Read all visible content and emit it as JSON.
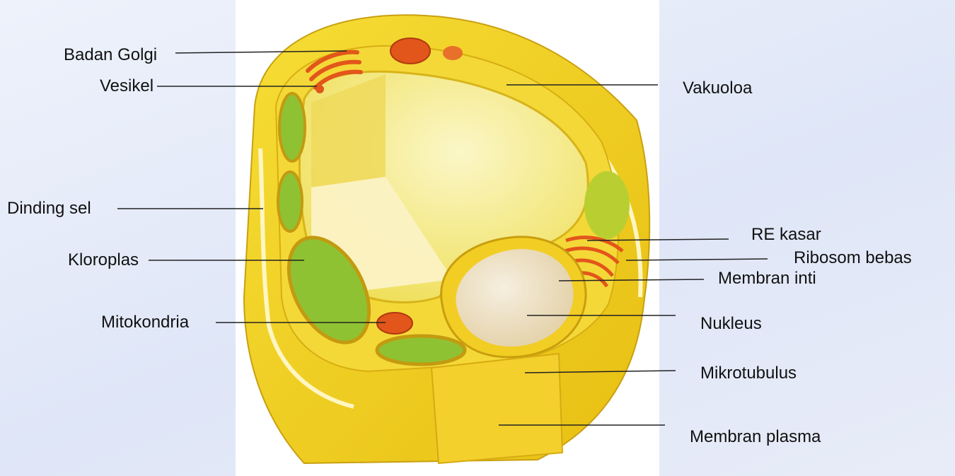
{
  "labels": {
    "badan_golgi": "Badan Golgi",
    "vesikel": "Vesikel",
    "dinding_sel": "Dinding sel",
    "kloroplas": "Kloroplas",
    "mitokondria": "Mitokondria",
    "vakuola": "Vakuoloa",
    "re_kasar": "RE kasar",
    "ribosom_bebas": "Ribosom bebas",
    "membran_inti": "Membran inti",
    "nukleus": "Nukleus",
    "mikrotubulus": "Mikrotubulus",
    "membran_plasma": "Membran plasma"
  },
  "colors": {
    "cell_yellow": "#f2d21a",
    "vacuole": "#f7ef9a",
    "chloroplast": "#8fc232",
    "mitochondria": "#e2561b",
    "nucleus": "#efe2c8"
  }
}
